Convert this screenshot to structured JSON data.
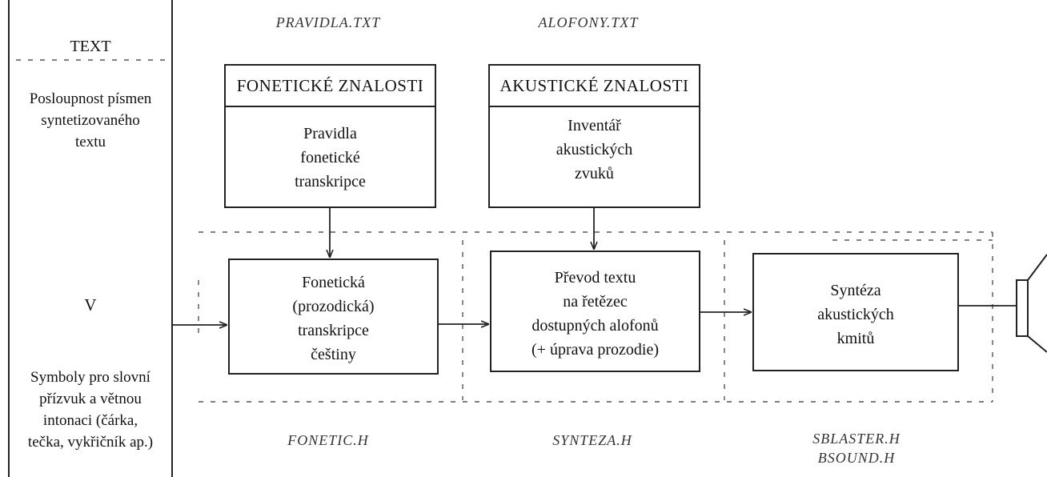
{
  "left_column": {
    "header": "TEXT",
    "input_desc": [
      "Posloupnost písmen",
      "syntetizovaného",
      "textu"
    ],
    "middle_symbol": "V",
    "symbol_desc": [
      "Symboly pro slovní",
      "přízvuk a větnou",
      "intonaci (čárka,",
      "tečka, vykřičník ap.)"
    ]
  },
  "file_labels": {
    "pravidla": "PRAVIDLA.TXT",
    "alofony": "ALOFONY.TXT",
    "fonetic": "FONETIC.H",
    "synteza": "SYNTEZA.H",
    "sblaster": [
      "SBLASTER.H",
      "BSOUND.H"
    ]
  },
  "knowledge_boxes": {
    "phonetic": {
      "title": "FONETICKÉ ZNALOSTI",
      "body": [
        "Pravidla",
        "fonetické",
        "transkripce"
      ]
    },
    "acoustic": {
      "title": "AKUSTICKÉ ZNALOSTI",
      "body": [
        "Inventář",
        "akustických",
        "zvuků"
      ]
    }
  },
  "process_boxes": {
    "transcription": [
      "Fonetická",
      "(prozodická)",
      "transkripce",
      "češtiny"
    ],
    "conversion": [
      "Převod textu",
      "na řetězec",
      "dostupných alofonů",
      "(+ úprava prozodie)"
    ],
    "synthesis": [
      "Syntéza",
      "akustických",
      "kmitů"
    ]
  }
}
